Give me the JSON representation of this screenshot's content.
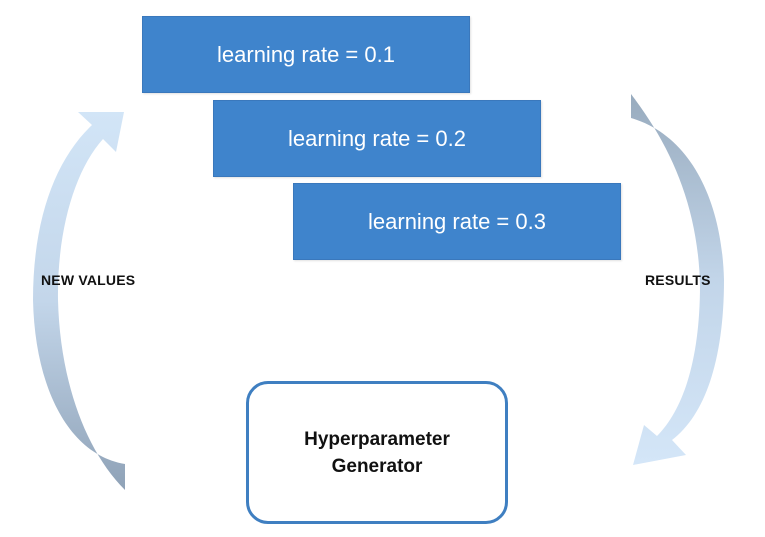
{
  "boxes": [
    {
      "label": "learning rate = 0.1"
    },
    {
      "label": "learning rate = 0.2"
    },
    {
      "label": "learning rate = 0.3"
    }
  ],
  "labels": {
    "left": "NEW VALUES",
    "right": "RESULTS"
  },
  "generator": {
    "label": "Hyperparameter Generator"
  },
  "colors": {
    "box_fill": "#3f84cc",
    "generator_border": "#3f7fc1",
    "arrow_light": "#cfe2f5",
    "arrow_dark": "#96a8bb"
  }
}
